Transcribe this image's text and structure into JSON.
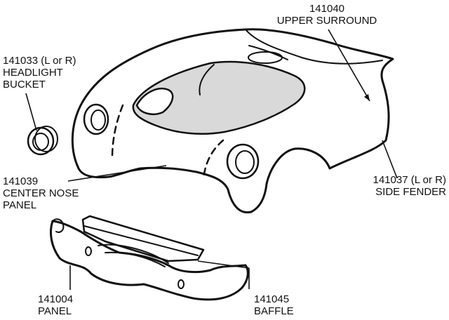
{
  "callouts": {
    "upper_surround": {
      "part_number": "141040",
      "name": "UPPER SURROUND"
    },
    "headlight_bucket": {
      "part_number": "141033 (L or R)",
      "name_line1": "HEADLIGHT",
      "name_line2": "BUCKET"
    },
    "center_nose_panel": {
      "part_number": "141039",
      "name_line1": "CENTER NOSE",
      "name_line2": "PANEL"
    },
    "side_fender": {
      "part_number": "141037 (L or R)",
      "name": "SIDE FENDER"
    },
    "panel": {
      "part_number": "141004",
      "name": "PANEL"
    },
    "baffle": {
      "part_number": "141045",
      "name": "BAFFLE"
    }
  }
}
